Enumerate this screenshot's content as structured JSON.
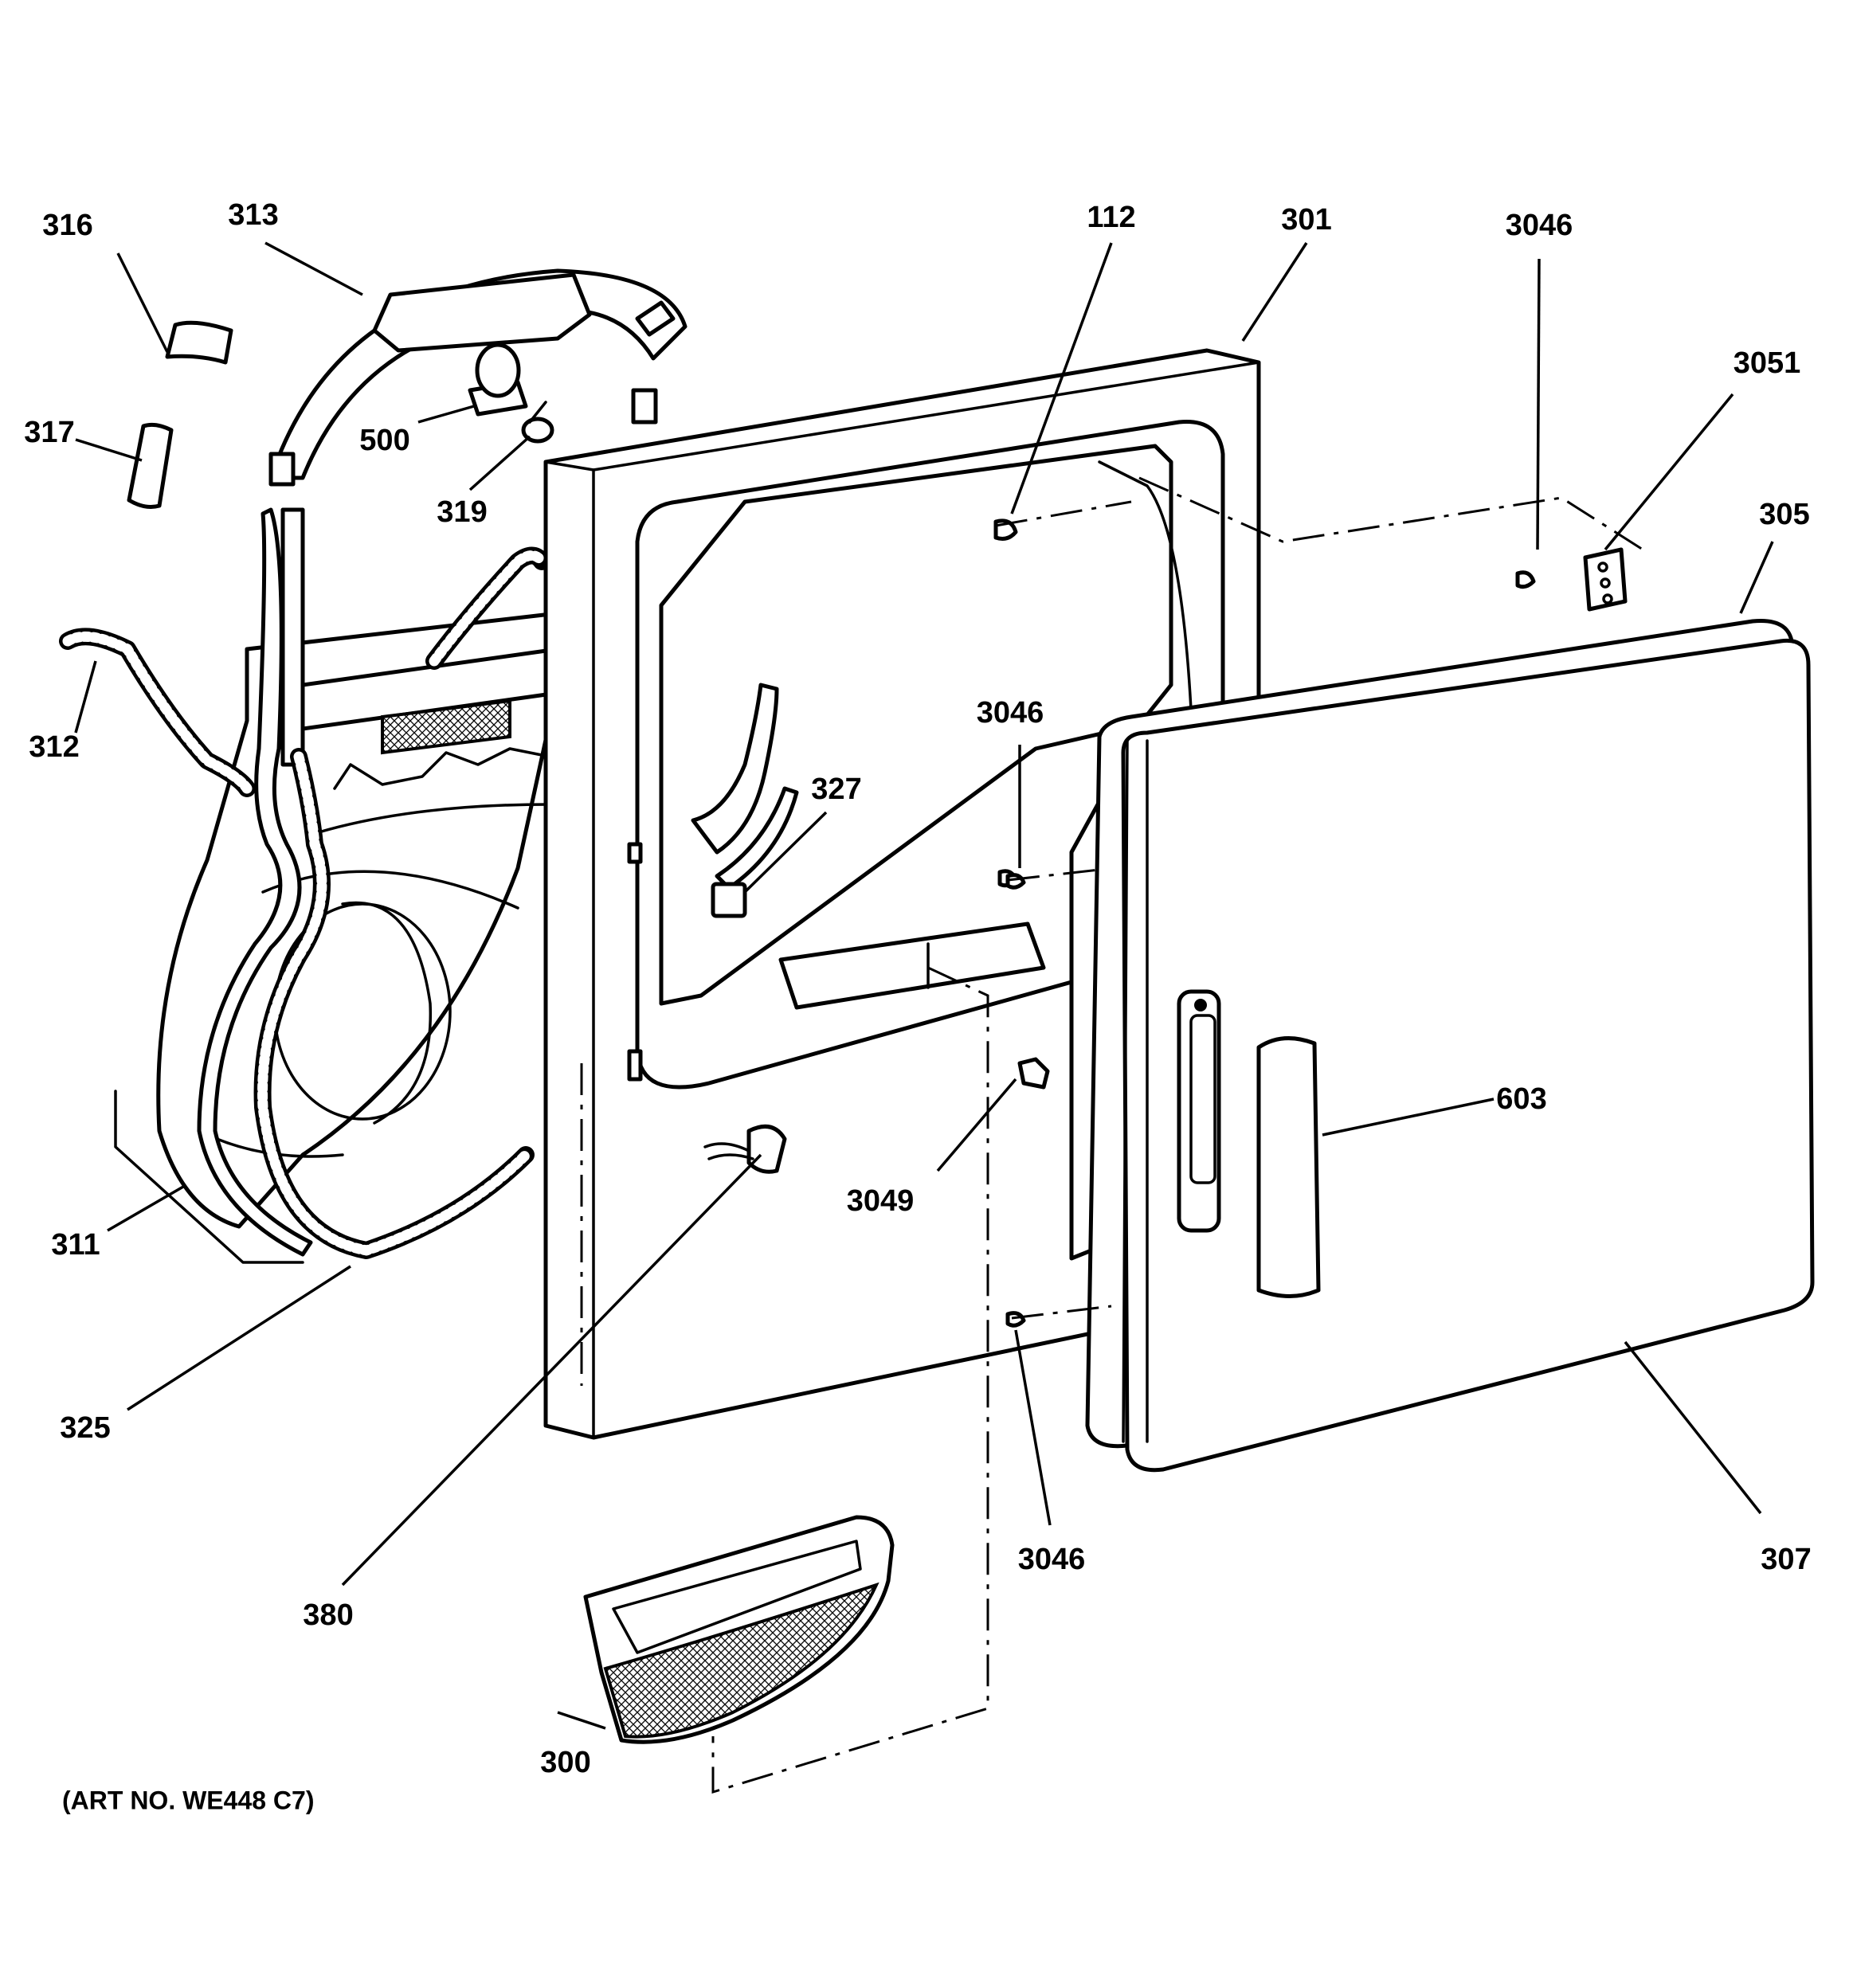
{
  "diagram_type": "exploded parts diagram",
  "colors": {
    "line": "#000000",
    "background": "#ffffff"
  },
  "callouts": {
    "p316": "316",
    "p313": "313",
    "p317": "317",
    "p500": "500",
    "p319": "319",
    "p312": "312",
    "p311": "311",
    "p325": "325",
    "p380": "380",
    "p300": "300",
    "p112": "112",
    "p301": "301",
    "p3046_top": "3046",
    "p3051": "3051",
    "p305": "305",
    "p3046_mid": "3046",
    "p327": "327",
    "p603": "603",
    "p3049": "3049",
    "p3046_bottom": "3046",
    "p307": "307"
  },
  "art_number": "(ART NO. WE448 C7)"
}
